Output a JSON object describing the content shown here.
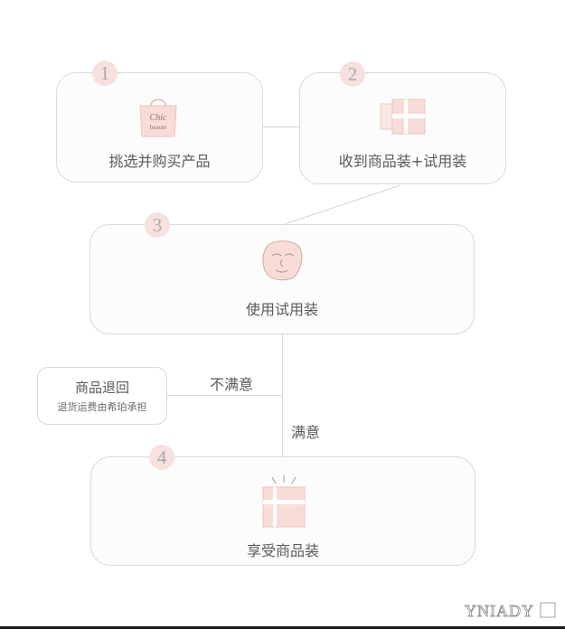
{
  "steps": [
    {
      "number": "1",
      "label": "挑选并购买产品",
      "icon": "shopping-bag-icon",
      "bag_text_line1": "Chic",
      "bag_text_line2": "beaute"
    },
    {
      "number": "2",
      "label": "收到商品装+试用装",
      "icon": "product-box-icon"
    },
    {
      "number": "3",
      "label": "使用试用装",
      "icon": "face-mask-icon"
    },
    {
      "number": "4",
      "label": "享受商品装",
      "icon": "product-box-sparkle-icon"
    }
  ],
  "branch": {
    "unsatisfied": "不满意",
    "satisfied": "满意",
    "return_title": "商品退回",
    "return_note": "退货运费由希珀承担"
  },
  "watermark": "YNIADY",
  "colors": {
    "accent": "#f6e1df",
    "border": "#d9d9d9",
    "text": "#5a5a5a",
    "red": "#e58a8a"
  }
}
